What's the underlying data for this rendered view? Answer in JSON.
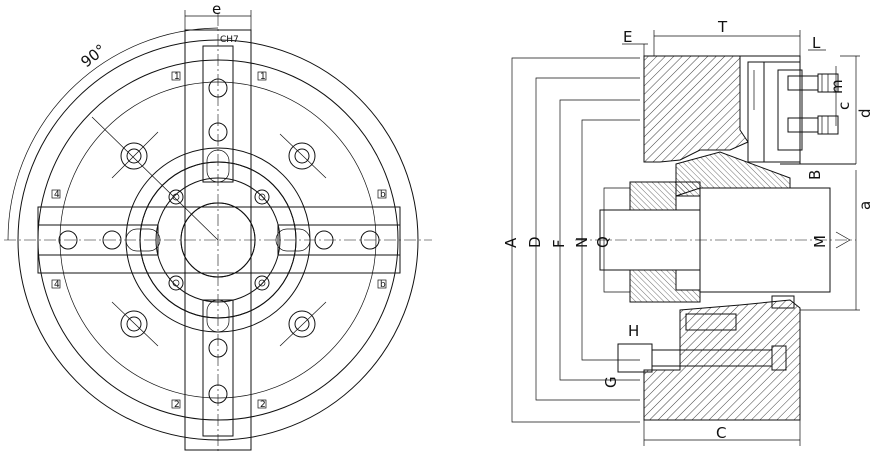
{
  "front_view": {
    "angle": "90°",
    "dim_e": "e",
    "fit": "CH7",
    "jaw_marks": [
      "1",
      "1",
      "4",
      "b",
      "4",
      "b",
      "2",
      "2"
    ]
  },
  "section_view": {
    "labels": {
      "A": "A",
      "D": "D",
      "F": "F",
      "N": "N",
      "Q": "Q",
      "M": "M",
      "E": "E",
      "T": "T",
      "L": "L",
      "m": "m",
      "c": "c",
      "d": "d",
      "B": "B",
      "a": "a",
      "H": "H",
      "G": "G",
      "C": "C"
    }
  }
}
